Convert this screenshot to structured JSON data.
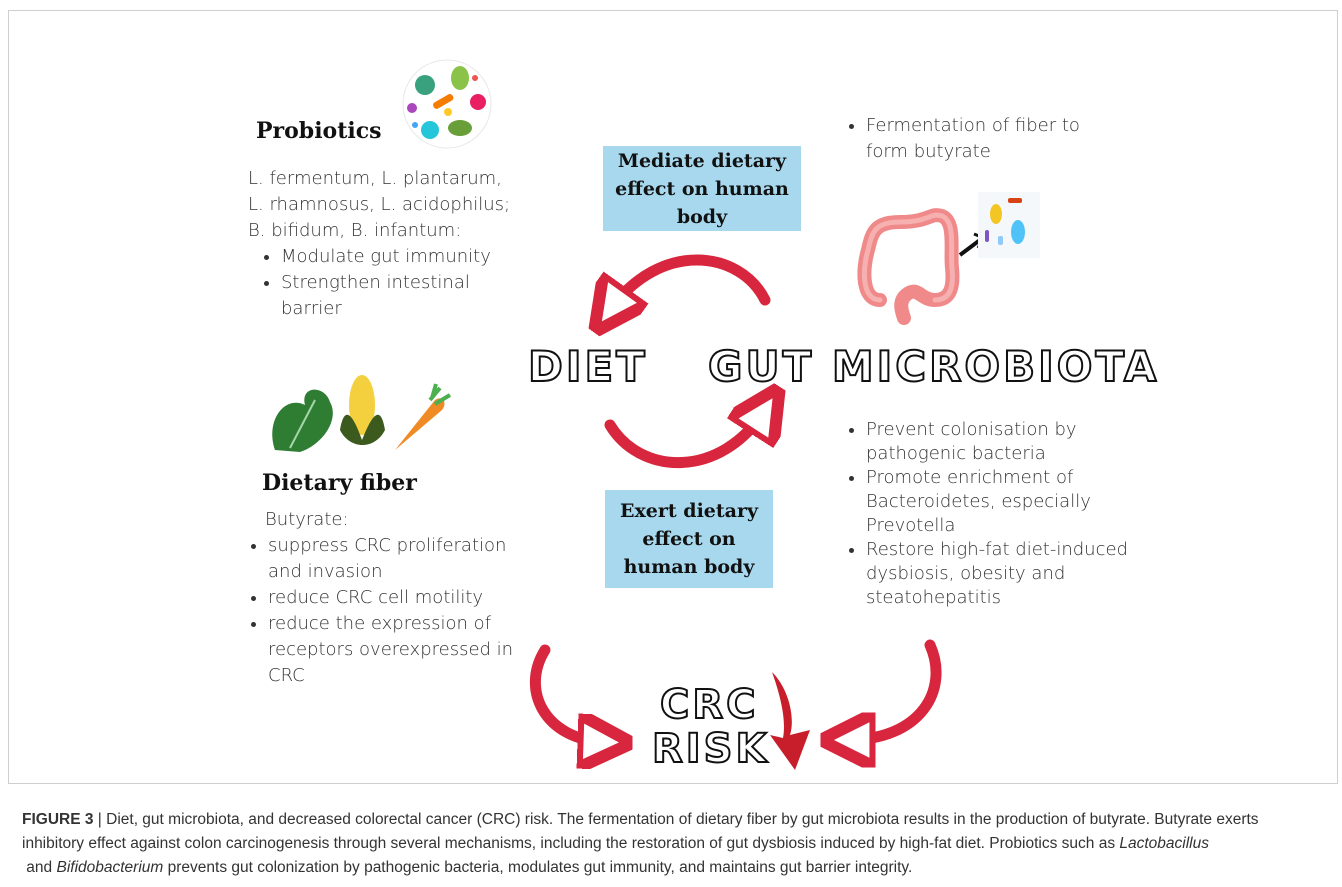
{
  "probiotics": {
    "title": "Probiotics",
    "species_lines": [
      "L. fermentum, L. plantarum,",
      "L. rhamnosus, L. acidophilus;",
      "B. bifidum, B. infantum:"
    ],
    "bullets": [
      "Modulate gut immunity",
      "Strengthen intestinal barrier"
    ]
  },
  "dietary_fiber": {
    "title": "Dietary fiber",
    "intro": "Butyrate:",
    "bullets": [
      "suppress CRC proliferation and invasion",
      "reduce CRC cell motility",
      "reduce the expression of receptors overexpressed in CRC"
    ]
  },
  "boxes": {
    "top": "Mediate dietary effect on human body",
    "bottom": "Exert dietary effect on human body"
  },
  "labels": {
    "diet": "DIET",
    "gut": "GUT MICROBIOTA",
    "crc_line1": "CRC",
    "crc_line2": "RISK"
  },
  "microbiota_top": {
    "bullets": [
      "Fermentation of fiber to form butyrate"
    ]
  },
  "microbiota_bottom": {
    "bullets": [
      "Prevent colonisation by pathogenic bacteria",
      "Promote enrichment of Bacteroidetes, especially Prevotella",
      "Restore high-fat diet-induced dysbiosis, obesity and steatohepatitis"
    ]
  },
  "caption": {
    "label": "FIGURE 3",
    "separator": " | ",
    "text_a": "Diet, gut microbiota, and decreased colorectal cancer (CRC) risk. The fermentation of dietary fiber by gut microbiota results in the production of butyrate. Butyrate exerts inhibitory effect against colon carcinogenesis through several mechanisms, including the restoration of gut dysbiosis induced by high-fat diet. Probiotics such as ",
    "italic_1": "Lactobacillus",
    "text_b": " and ",
    "italic_2": "Bifidobacterium",
    "text_c": " prevents gut colonization by pathogenic bacteria, modulates gut immunity, and maintains gut barrier integrity."
  },
  "colors": {
    "arrow_red": "#d7263d",
    "box_blue": "#a7d8ee"
  },
  "icons": [
    "microbes-icon",
    "colon-icon",
    "bacteria-icon",
    "vegetables-icon",
    "down-arrow-icon"
  ]
}
